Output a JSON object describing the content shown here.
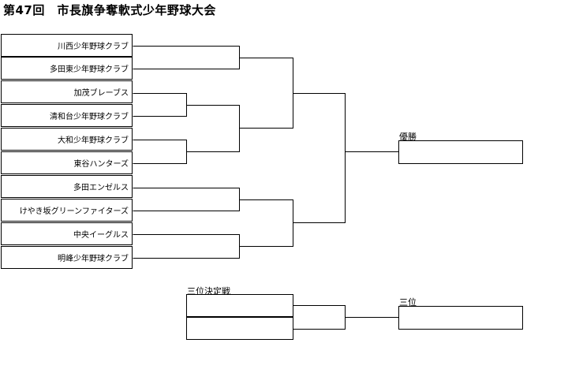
{
  "title": "第47回　市長旗争奪軟式少年野球大会",
  "teams": [
    "川西少年野球クラブ",
    "多田東少年野球クラブ",
    "加茂ブレーブス",
    "清和台少年野球クラブ",
    "大和少年野球クラブ",
    "東谷ハンターズ",
    "多田エンゼルス",
    "けやき坂グリーンファイターズ",
    "中央イーグルス",
    "明峰少年野球クラブ"
  ],
  "champion_label": "優勝",
  "third_place_match_label": "三位決定戦",
  "third_place_label": "三位"
}
